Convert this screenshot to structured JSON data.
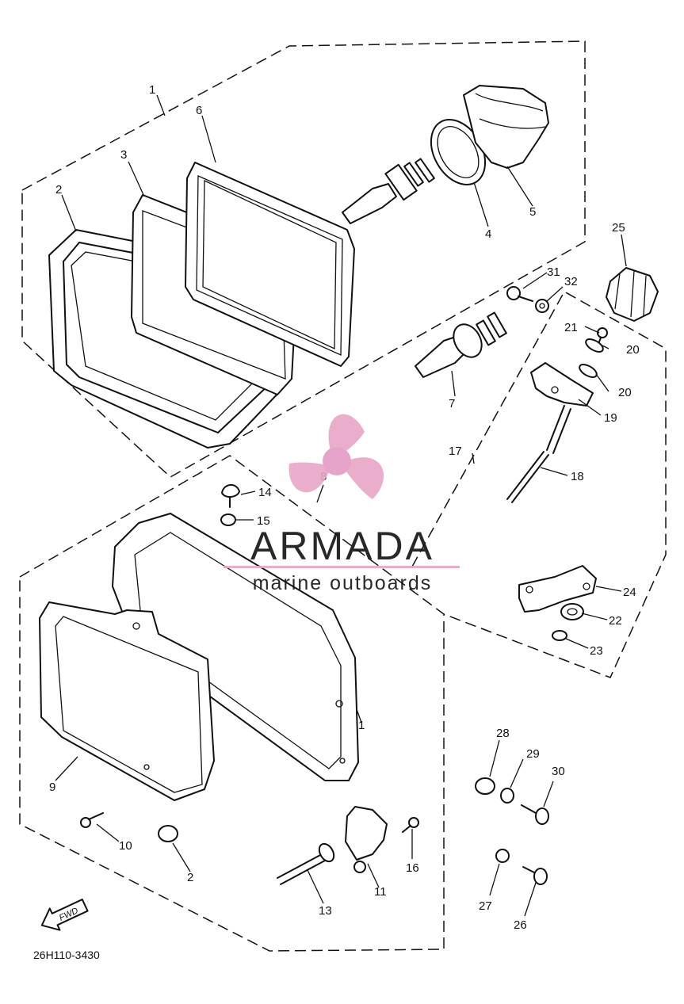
{
  "diagram": {
    "callouts": {
      "c1": "1",
      "c2": "2",
      "c3": "3",
      "c4": "4",
      "c5": "5",
      "c6": "6",
      "c7": "7",
      "c8": "8",
      "c9": "9",
      "c10": "10",
      "c11": "11",
      "c12": "2",
      "c13": "13",
      "c14": "14",
      "c15": "15",
      "c16": "16",
      "c17": "17",
      "c18": "18",
      "c19": "19",
      "c20a": "20",
      "c20b": "20",
      "c21": "21",
      "c22": "22",
      "c23": "23",
      "c24": "24",
      "c25": "25",
      "c26": "26",
      "c27": "27",
      "c28": "28",
      "c29": "29",
      "c30": "30",
      "c31": "31",
      "c32": "32",
      "c1b": "1"
    },
    "direction_label": "FWD",
    "drawing_code": "26H110-3430"
  },
  "watermark": {
    "brand": "ARMADA",
    "tagline": "marine outboards",
    "color": "#e8a6c8"
  }
}
